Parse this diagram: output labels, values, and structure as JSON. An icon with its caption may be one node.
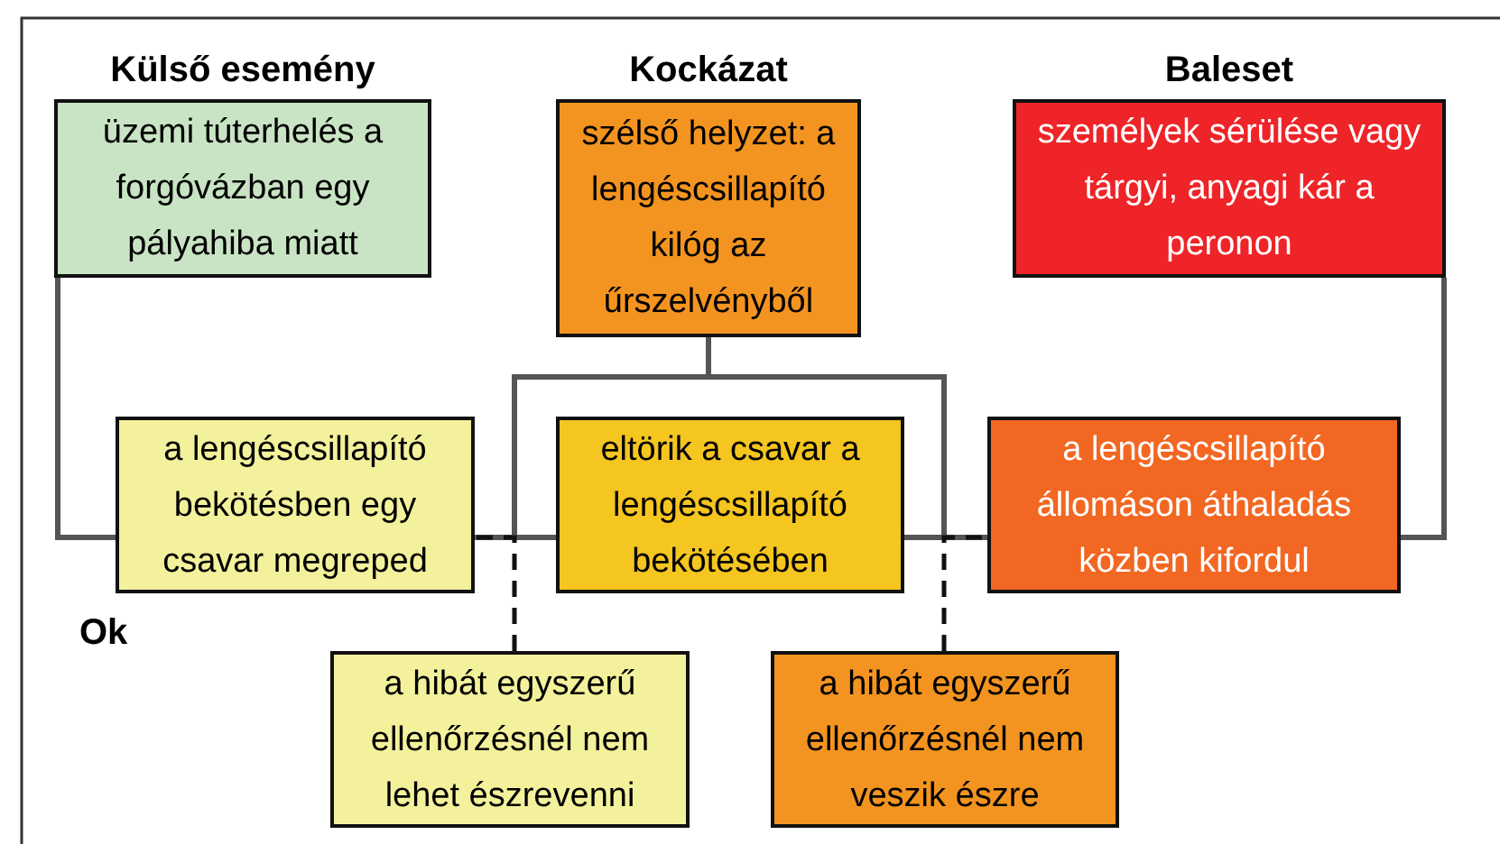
{
  "diagram": {
    "nodes": [
      {
        "text": [
          "Külső esemény",
          "üzemi túterhelés a forgóvázban egy pályahiba miatt"
        ]
      },
      {
        "text": [
          "Kockázat",
          "szélső helyzet: a lengéscsillapító kilóg az űrszelvényből"
        ]
      },
      {
        "text": [
          "Baleset",
          "személyek sérülése vagy tárgyi, anyagi kár a peronon"
        ]
      },
      {
        "text": [
          "a lengéscsillapító bekötésben egy csavar megreped"
        ]
      },
      {
        "text": [
          "eltörik a csavar a lengéscsillapító bekötésében"
        ]
      },
      {
        "text": [
          "a lengéscsillapító állomáson áthaladás közben kifordul"
        ]
      },
      {
        "text": [
          "a hibát egyszerű ellenőrzésnél nem lehet észrevenni"
        ]
      },
      {
        "text": [
          "a hibát egyszerű ellenőrzésnél nem veszik észre"
        ]
      }
    ],
    "edges": [
      {
        "from": 0,
        "to": 3,
        "arrow": "none"
      },
      {
        "from": 3,
        "to": 4,
        "arrow": "none"
      },
      {
        "from": 4,
        "to": 5,
        "arrow": "none"
      },
      {
        "from": 5,
        "to": 2,
        "arrow": "none"
      },
      {
        "from": 1,
        "to": 3,
        "arrow": "none"
      },
      {
        "from": 1,
        "to": 5,
        "arrow": "none"
      },
      {
        "from": 6,
        "to": 3,
        "arrow": "none",
        "style": "dashed"
      },
      {
        "from": 7,
        "to": 5,
        "arrow": "none",
        "style": "dashed"
      }
    ],
    "labels": [
      "Ok"
    ]
  }
}
